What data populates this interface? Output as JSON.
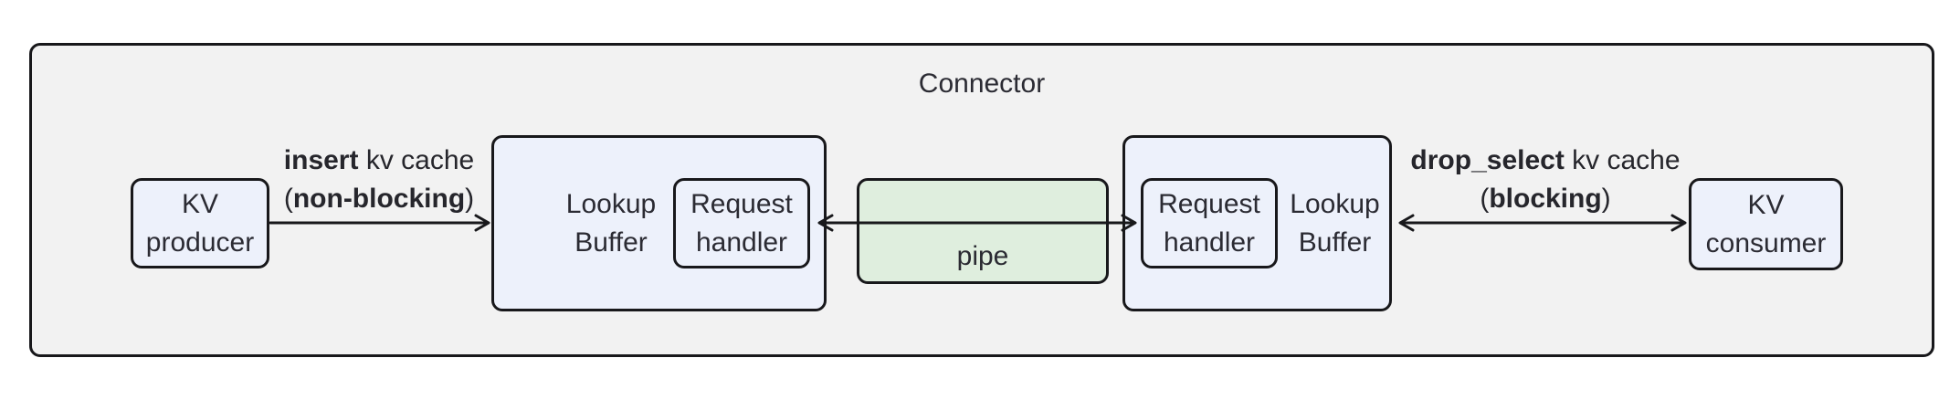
{
  "diagram": {
    "title": "Connector",
    "colors": {
      "page_bg": "#ffffff",
      "container_bg": "#f2f2f2",
      "node_bg": "#edf1fb",
      "pipe_bg": "#dfeede",
      "border": "#18181b",
      "text": "#2b2b33"
    },
    "nodes": {
      "kv_producer": {
        "line1": "KV",
        "line2": "producer"
      },
      "lookup_buffer_left": {
        "line1": "Lookup",
        "line2": "Buffer"
      },
      "request_handler_left": {
        "line1": "Request",
        "line2": "handler"
      },
      "pipe": {
        "label": "pipe"
      },
      "request_handler_right": {
        "line1": "Request",
        "line2": "handler"
      },
      "lookup_buffer_right": {
        "line1": "Lookup",
        "line2": "Buffer"
      },
      "kv_consumer": {
        "line1": "KV",
        "line2": "consumer"
      }
    },
    "edges": {
      "insert": {
        "line1_bold": "insert",
        "line1_rest": " kv cache",
        "line2_pre": "(",
        "line2_bold": "non-blocking",
        "line2_post": ")"
      },
      "drop_select": {
        "line1_bold": "drop_select",
        "line1_rest": " kv cache",
        "line2_pre": "(",
        "line2_bold": "blocking",
        "line2_post": ")"
      }
    }
  }
}
